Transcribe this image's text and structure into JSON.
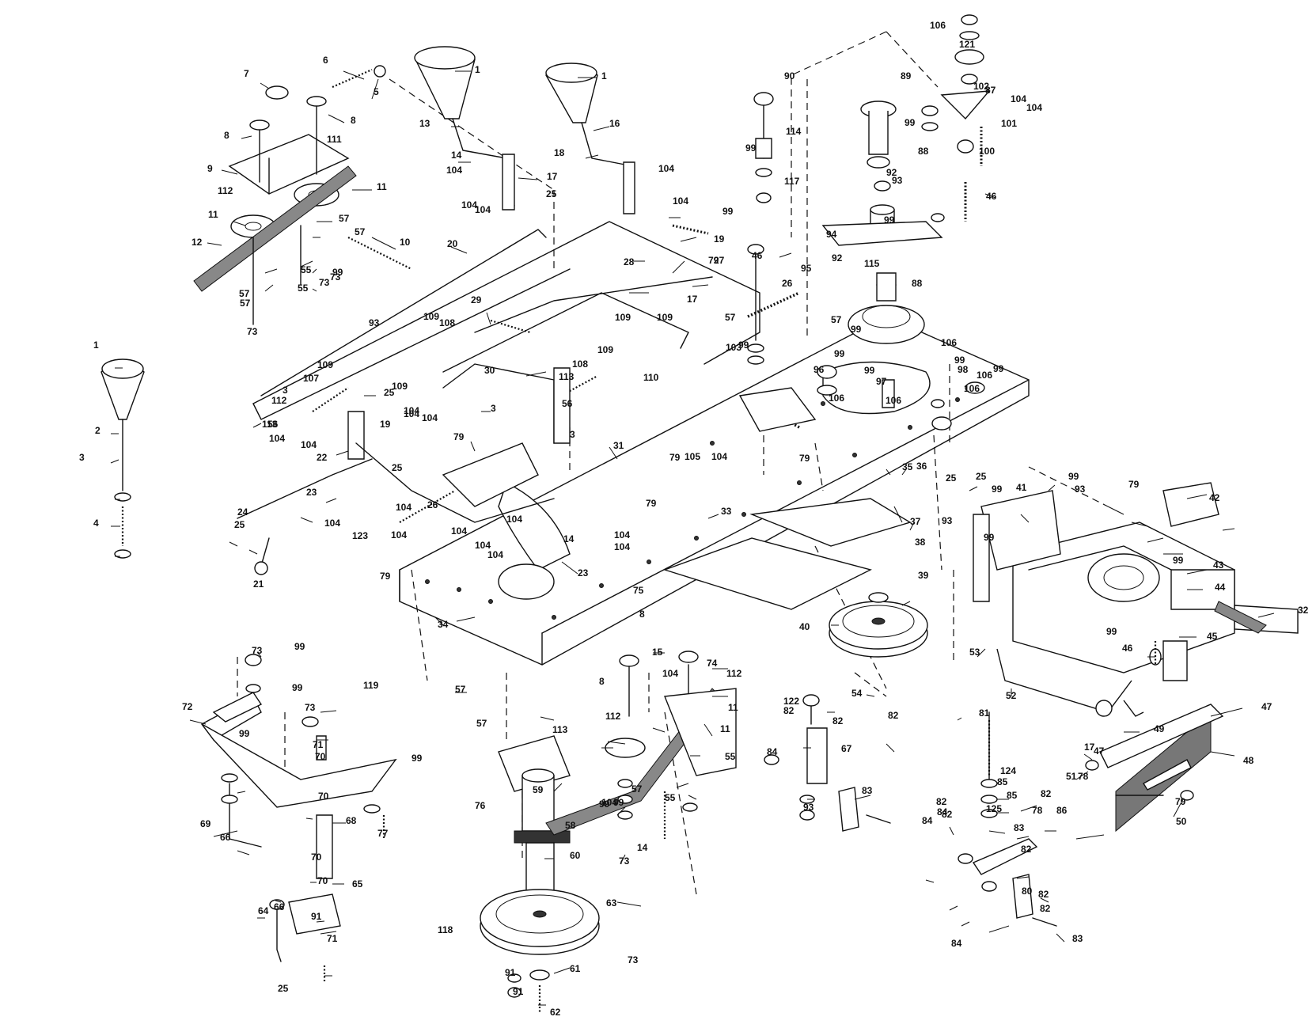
{
  "callouts": [
    {
      "label": "1"
    },
    {
      "label": "1"
    },
    {
      "label": "1"
    },
    {
      "label": "2"
    },
    {
      "label": "3"
    },
    {
      "label": "3"
    },
    {
      "label": "3"
    },
    {
      "label": "3"
    },
    {
      "label": "4"
    },
    {
      "label": "5"
    },
    {
      "label": "6"
    },
    {
      "label": "7"
    },
    {
      "label": "8"
    },
    {
      "label": "8"
    },
    {
      "label": "8"
    },
    {
      "label": "8"
    },
    {
      "label": "9"
    },
    {
      "label": "10"
    },
    {
      "label": "11"
    },
    {
      "label": "11"
    },
    {
      "label": "11"
    },
    {
      "label": "11"
    },
    {
      "label": "12"
    },
    {
      "label": "13"
    },
    {
      "label": "14"
    },
    {
      "label": "14"
    },
    {
      "label": "14"
    },
    {
      "label": "15"
    },
    {
      "label": "16"
    },
    {
      "label": "17"
    },
    {
      "label": "17"
    },
    {
      "label": "17"
    },
    {
      "label": "18"
    },
    {
      "label": "19"
    },
    {
      "label": "19"
    },
    {
      "label": "20"
    },
    {
      "label": "21"
    },
    {
      "label": "22"
    },
    {
      "label": "23"
    },
    {
      "label": "23"
    },
    {
      "label": "24"
    },
    {
      "label": "25"
    },
    {
      "label": "25"
    },
    {
      "label": "25"
    },
    {
      "label": "25"
    },
    {
      "label": "25"
    },
    {
      "label": "25"
    },
    {
      "label": "25"
    },
    {
      "label": "26"
    },
    {
      "label": "26"
    },
    {
      "label": "27"
    },
    {
      "label": "28"
    },
    {
      "label": "29"
    },
    {
      "label": "30"
    },
    {
      "label": "31"
    },
    {
      "label": "32"
    },
    {
      "label": "33"
    },
    {
      "label": "34"
    },
    {
      "label": "35"
    },
    {
      "label": "36"
    },
    {
      "label": "37"
    },
    {
      "label": "38"
    },
    {
      "label": "39"
    },
    {
      "label": "40"
    },
    {
      "label": "41"
    },
    {
      "label": "42"
    },
    {
      "label": "43"
    },
    {
      "label": "44"
    },
    {
      "label": "45"
    },
    {
      "label": "46"
    },
    {
      "label": "46"
    },
    {
      "label": "46"
    },
    {
      "label": "47"
    },
    {
      "label": "47"
    },
    {
      "label": "48"
    },
    {
      "label": "49"
    },
    {
      "label": "50"
    },
    {
      "label": "51"
    },
    {
      "label": "52"
    },
    {
      "label": "53"
    },
    {
      "label": "54"
    },
    {
      "label": "55"
    },
    {
      "label": "55"
    },
    {
      "label": "55"
    },
    {
      "label": "55"
    },
    {
      "label": "56"
    },
    {
      "label": "56"
    },
    {
      "label": "57"
    },
    {
      "label": "57"
    },
    {
      "label": "57"
    },
    {
      "label": "57"
    },
    {
      "label": "57"
    },
    {
      "label": "57"
    },
    {
      "label": "57"
    },
    {
      "label": "57"
    },
    {
      "label": "57"
    },
    {
      "label": "58"
    },
    {
      "label": "59"
    },
    {
      "label": "60"
    },
    {
      "label": "61"
    },
    {
      "label": "62"
    },
    {
      "label": "63"
    },
    {
      "label": "64"
    },
    {
      "label": "65"
    },
    {
      "label": "66"
    },
    {
      "label": "66"
    },
    {
      "label": "67"
    },
    {
      "label": "68"
    },
    {
      "label": "69"
    },
    {
      "label": "70"
    },
    {
      "label": "70"
    },
    {
      "label": "70"
    },
    {
      "label": "70"
    },
    {
      "label": "71"
    },
    {
      "label": "71"
    },
    {
      "label": "72"
    },
    {
      "label": "73"
    },
    {
      "label": "73"
    },
    {
      "label": "73"
    },
    {
      "label": "73"
    },
    {
      "label": "73"
    },
    {
      "label": "73"
    },
    {
      "label": "73"
    },
    {
      "label": "74"
    },
    {
      "label": "75"
    },
    {
      "label": "76"
    },
    {
      "label": "77"
    },
    {
      "label": "78"
    },
    {
      "label": "78"
    },
    {
      "label": "79"
    },
    {
      "label": "79"
    },
    {
      "label": "79"
    },
    {
      "label": "79"
    },
    {
      "label": "79"
    },
    {
      "label": "79"
    },
    {
      "label": "79"
    },
    {
      "label": "79"
    },
    {
      "label": "80"
    },
    {
      "label": "81"
    },
    {
      "label": "82"
    },
    {
      "label": "82"
    },
    {
      "label": "82"
    },
    {
      "label": "82"
    },
    {
      "label": "82"
    },
    {
      "label": "82"
    },
    {
      "label": "82"
    },
    {
      "label": "82"
    },
    {
      "label": "82"
    },
    {
      "label": "83"
    },
    {
      "label": "83"
    },
    {
      "label": "83"
    },
    {
      "label": "84"
    },
    {
      "label": "84"
    },
    {
      "label": "84"
    },
    {
      "label": "84"
    },
    {
      "label": "85"
    },
    {
      "label": "85"
    },
    {
      "label": "86"
    },
    {
      "label": "87"
    },
    {
      "label": "88"
    },
    {
      "label": "88"
    },
    {
      "label": "89"
    },
    {
      "label": "90"
    },
    {
      "label": "91"
    },
    {
      "label": "91"
    },
    {
      "label": "91"
    },
    {
      "label": "92"
    },
    {
      "label": "92"
    },
    {
      "label": "93"
    },
    {
      "label": "93"
    },
    {
      "label": "93"
    },
    {
      "label": "93"
    },
    {
      "label": "93"
    },
    {
      "label": "94"
    },
    {
      "label": "95"
    },
    {
      "label": "96"
    },
    {
      "label": "97"
    },
    {
      "label": "98"
    },
    {
      "label": "99"
    },
    {
      "label": "99"
    },
    {
      "label": "99"
    },
    {
      "label": "99"
    },
    {
      "label": "99"
    },
    {
      "label": "99"
    },
    {
      "label": "99"
    },
    {
      "label": "99"
    },
    {
      "label": "99"
    },
    {
      "label": "99"
    },
    {
      "label": "99"
    },
    {
      "label": "99"
    },
    {
      "label": "99"
    },
    {
      "label": "99"
    },
    {
      "label": "99"
    },
    {
      "label": "99"
    },
    {
      "label": "99"
    },
    {
      "label": "99"
    },
    {
      "label": "99"
    },
    {
      "label": "99"
    },
    {
      "label": "99"
    },
    {
      "label": "99"
    },
    {
      "label": "100"
    },
    {
      "label": "101"
    },
    {
      "label": "102"
    },
    {
      "label": "103"
    },
    {
      "label": "104"
    },
    {
      "label": "104"
    },
    {
      "label": "104"
    },
    {
      "label": "104"
    },
    {
      "label": "104"
    },
    {
      "label": "104"
    },
    {
      "label": "104"
    },
    {
      "label": "104"
    },
    {
      "label": "104"
    },
    {
      "label": "104"
    },
    {
      "label": "104"
    },
    {
      "label": "104"
    },
    {
      "label": "104"
    },
    {
      "label": "104"
    },
    {
      "label": "104"
    },
    {
      "label": "104"
    },
    {
      "label": "104"
    },
    {
      "label": "104"
    },
    {
      "label": "104"
    },
    {
      "label": "104"
    },
    {
      "label": "104"
    },
    {
      "label": "104"
    },
    {
      "label": "104"
    },
    {
      "label": "104"
    },
    {
      "label": "105"
    },
    {
      "label": "106"
    },
    {
      "label": "106"
    },
    {
      "label": "106"
    },
    {
      "label": "106"
    },
    {
      "label": "106"
    },
    {
      "label": "106"
    },
    {
      "label": "107"
    },
    {
      "label": "108"
    },
    {
      "label": "108"
    },
    {
      "label": "109"
    },
    {
      "label": "109"
    },
    {
      "label": "109"
    },
    {
      "label": "109"
    },
    {
      "label": "109"
    },
    {
      "label": "109"
    },
    {
      "label": "110"
    },
    {
      "label": "111"
    },
    {
      "label": "112"
    },
    {
      "label": "112"
    },
    {
      "label": "112"
    },
    {
      "label": "112"
    },
    {
      "label": "113"
    },
    {
      "label": "113"
    },
    {
      "label": "113"
    },
    {
      "label": "114"
    },
    {
      "label": "115"
    },
    {
      "label": "117"
    },
    {
      "label": "118"
    },
    {
      "label": "119"
    },
    {
      "label": "121"
    },
    {
      "label": "122"
    },
    {
      "label": "123"
    },
    {
      "label": "124"
    },
    {
      "label": "125"
    },
    {
      "label": "125"
    }
  ]
}
